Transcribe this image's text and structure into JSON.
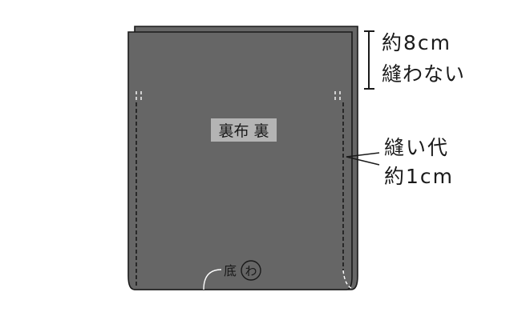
{
  "labels": {
    "fabric": "裏布 裏",
    "no_sew_length": "約8cm",
    "no_sew": "縫わない",
    "seam_allowance": "縫い代",
    "seam_allowance_width": "約1cm",
    "bottom": "底",
    "fold_mark": "わ"
  },
  "colors": {
    "fabric": "#666666",
    "outline": "#1a1a1a",
    "label_bg": "#b4b4b4",
    "text": "#1a1a1a"
  }
}
